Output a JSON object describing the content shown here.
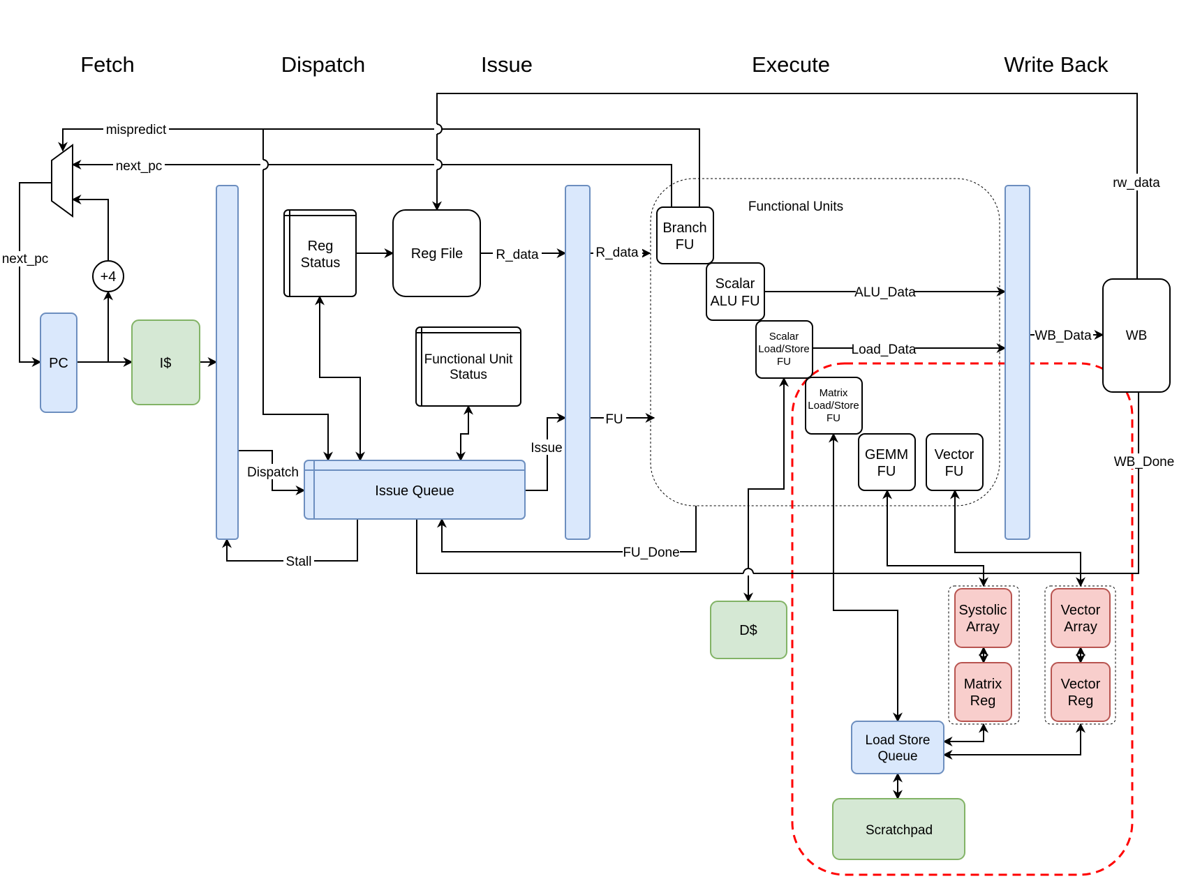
{
  "stages": [
    "Fetch",
    "Dispatch",
    "Issue",
    "Execute",
    "Write Back"
  ],
  "blocks": {
    "pc": "PC",
    "plus4": "+4",
    "icache": "I$",
    "reg_status": [
      "Reg",
      "Status"
    ],
    "reg_file": "Reg File",
    "fu_status": [
      "Functional Unit",
      "Status"
    ],
    "issue_queue": "Issue Queue",
    "functional_units_title": "Functional Units",
    "branch_fu": [
      "Branch",
      "FU"
    ],
    "scalar_alu_fu": [
      "Scalar",
      "ALU FU"
    ],
    "scalar_lsfu": [
      "Scalar",
      "Load/Store",
      "FU"
    ],
    "matrix_lsfu": [
      "Matrix",
      "Load/Store",
      "FU"
    ],
    "gemm_fu": [
      "GEMM",
      "FU"
    ],
    "vector_fu": [
      "Vector",
      "FU"
    ],
    "dcache": "D$",
    "wb": "WB",
    "systolic_array": [
      "Systolic",
      "Array"
    ],
    "matrix_reg": [
      "Matrix",
      "Reg"
    ],
    "vector_array": [
      "Vector",
      "Array"
    ],
    "vector_reg": [
      "Vector",
      "Reg"
    ],
    "load_store_queue": [
      "Load Store",
      "Queue"
    ],
    "scratchpad": "Scratchpad"
  },
  "signals": {
    "mispredict": "mispredict",
    "next_pc_top": "next_pc",
    "next_pc_left": "next_pc",
    "r_data_1": "R_data",
    "r_data_2": "R_data",
    "fu": "FU",
    "issue": "Issue",
    "dispatch": "Dispatch",
    "stall": "Stall",
    "fu_done": "FU_Done",
    "alu_data": "ALU_Data",
    "load_data": "Load_Data",
    "wb_data": "WB_Data",
    "rw_data": "rw_data",
    "wb_done": "WB_Done"
  },
  "colors": {
    "blue_fill": "#dae8fc",
    "blue_stroke": "#6c8ebf",
    "green_fill": "#d5e8d4",
    "green_stroke": "#82b366",
    "red_fill": "#f8cecc",
    "red_stroke": "#b85450",
    "accelerator_border": "#ff0000"
  }
}
